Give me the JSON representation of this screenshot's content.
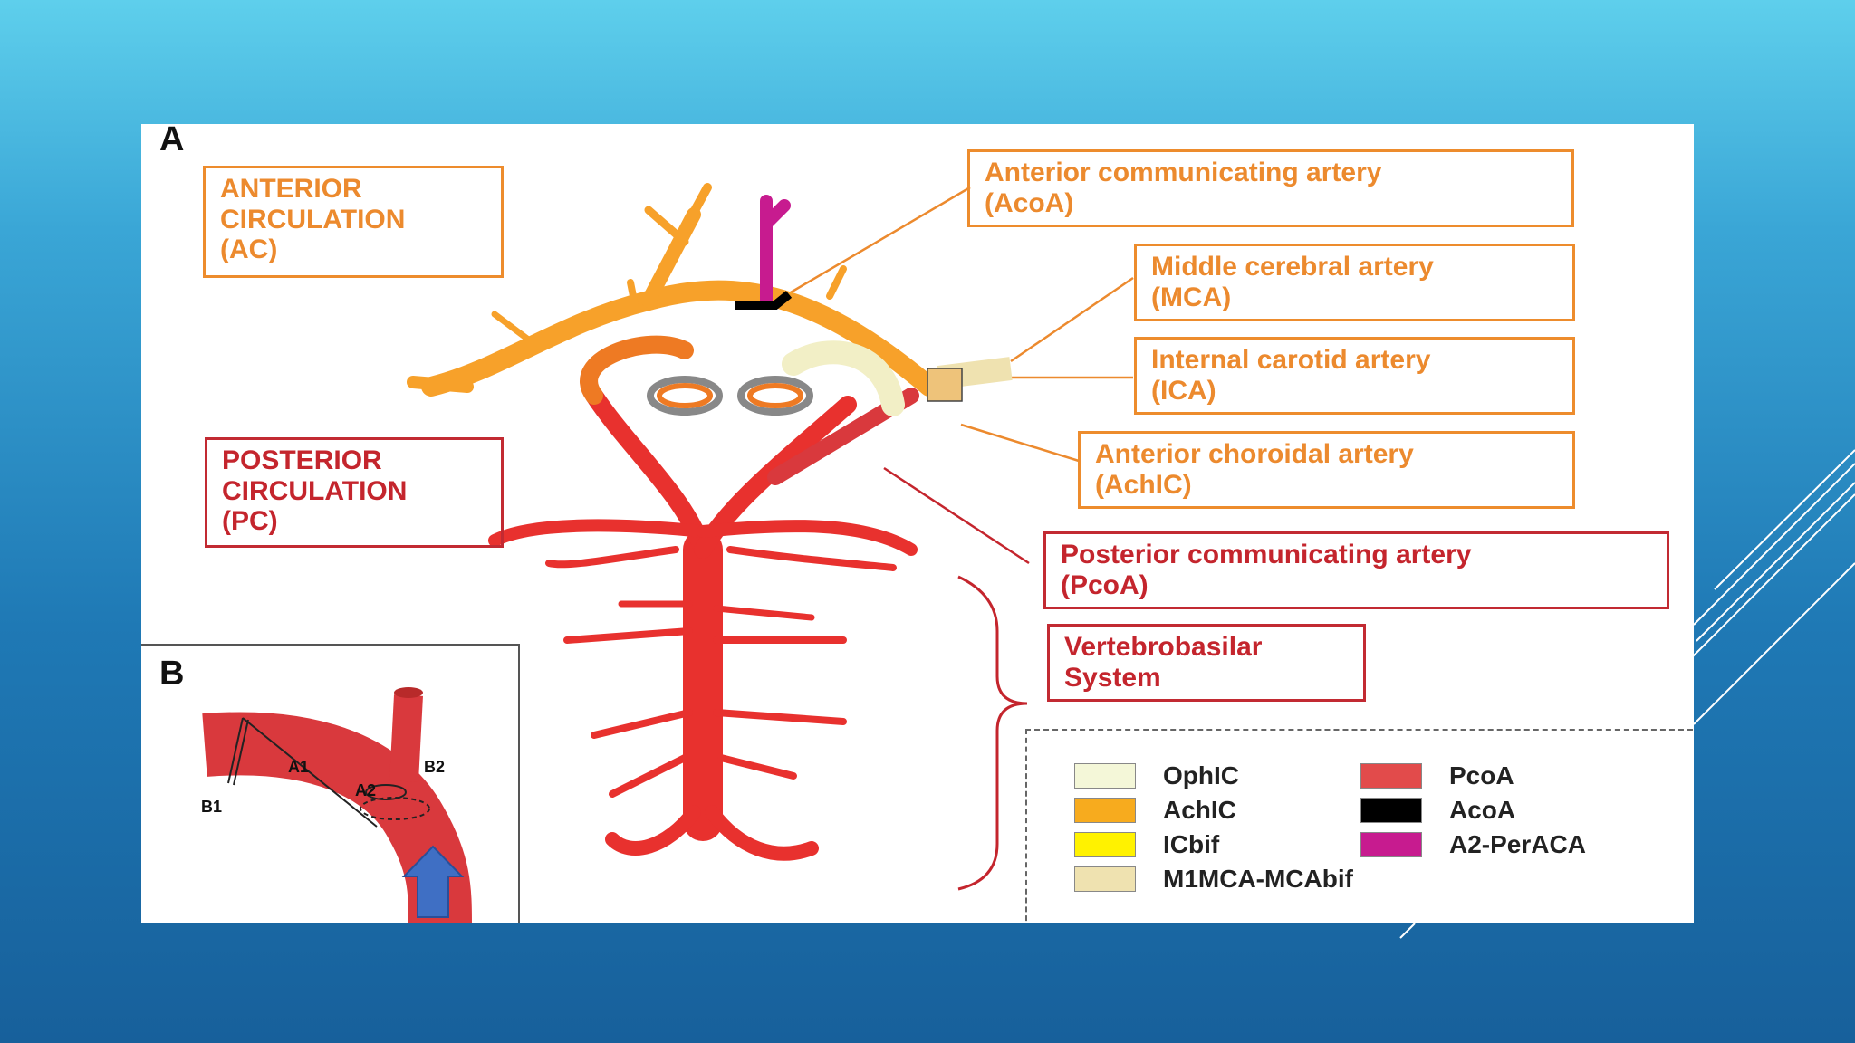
{
  "panels": {
    "a_letter": "A",
    "b_letter": "B"
  },
  "labels": {
    "anterior_circulation": "ANTERIOR\nCIRCULATION\n(AC)",
    "posterior_circulation": "POSTERIOR\nCIRCULATION\n(PC)",
    "acoa": "Anterior communicating artery\n(AcoA)",
    "mca": "Middle cerebral  artery\n(MCA)",
    "ica": "Internal carotid artery\n(ICA)",
    "achic": "Anterior choroidal artery\n(AchIC)",
    "pcoa": "Posterior communicating artery\n(PcoA)",
    "vertebrobasilar": "Vertebrobasilar\nSystem"
  },
  "panel_b": {
    "a1": "A1",
    "a2": "A2",
    "b1": "B1",
    "b2": "B2"
  },
  "legend": [
    {
      "label": "OphIC",
      "color": "#f4f7d8"
    },
    {
      "label": "AchIC",
      "color": "#f7ab1e"
    },
    {
      "label": "ICbif",
      "color": "#fff200"
    },
    {
      "label": "M1MCA-MCAbif",
      "color": "#efe2b0"
    },
    {
      "label": "PcoA",
      "color": "#e24b4b"
    },
    {
      "label": "AcoA",
      "color": "#000000"
    },
    {
      "label": "A2-PerACA",
      "color": "#c71b8f"
    }
  ],
  "colors": {
    "orange": "#ec8a2e",
    "red": "#c4252d",
    "artery_red": "#e8312e",
    "artery_orange": "#f7a12a"
  }
}
